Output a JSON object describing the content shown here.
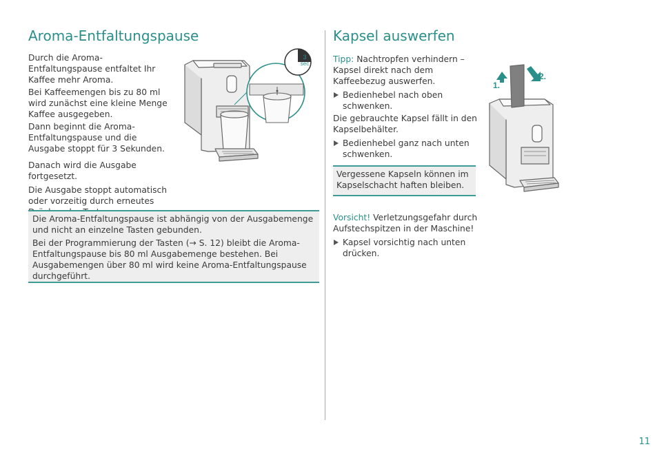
{
  "left": {
    "heading": "Aroma-Entfaltungspause",
    "paragraphs": [
      "Durch die Aroma-Entfaltungspause entfaltet Ihr Kaffee mehr Aroma.",
      "Bei Kaffeemengen bis zu 80 ml wird zunächst eine kleine Menge Kaffee ausgegeben.",
      "Dann beginnt die Aroma-Entfaltungspause und die Ausgabe stoppt für 3 Sekunden.",
      "Danach wird die Ausgabe fortgesetzt.",
      "Die Ausgabe stoppt automatisch oder vorzeitig durch erneutes Drücken der Taste."
    ],
    "note": [
      "Die Aroma-Entfaltungspause ist abhängig von der Ausgabemenge und nicht an einzelne Tasten gebunden.",
      "Bei der Programmierung der Tasten (→ S. 12) bleibt die Aroma-Entfaltungspause bis 80 ml Ausgabemenge bestehen.  Bei Ausgabemengen über 80 ml wird keine Aroma-Entfaltungspause durchgeführt."
    ],
    "timer": {
      "value": "3",
      "unit": "sec",
      "fraction": 0.25
    }
  },
  "right": {
    "heading": "Kapsel auswerfen",
    "tip_label": "Tipp:",
    "tip_text": " Nachtropfen verhindern – Kapsel direkt nach dem Kaffeebezug auswerfen.",
    "bullet1": "Bedienhebel nach oben schwenken.",
    "middle_text": "Die gebrauchte Kapsel fällt in den Kapselbehälter.",
    "bullet2": "Bedienhebel ganz nach unten schwenken.",
    "note": "Vergessene Kapseln können im Kapselschacht haften bleiben.",
    "warning_label": "Vorsicht!",
    "warning_text": " Verletzungsgefahr durch Aufstechspitzen in der Maschine!",
    "bullet3": "Kapsel vorsichtig nach unten drücken.",
    "step1": "1.",
    "step2": "2."
  },
  "page_number": "11",
  "colors": {
    "accent": "#2a8f8a",
    "note_bg": "#eeeeee",
    "note_border": "#3d9b95",
    "text": "#3a3a3a"
  }
}
